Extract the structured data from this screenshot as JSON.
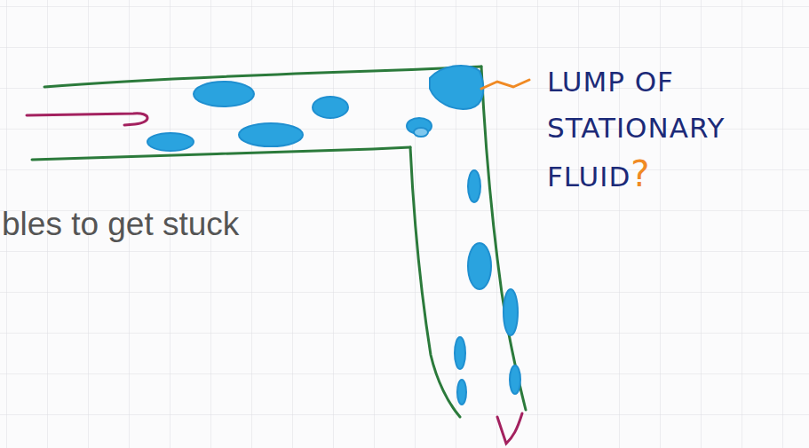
{
  "diagram": {
    "labels": [
      "bles to get stuck",
      "LUMP OF STATIONARY FLUID",
      "?"
    ]
  }
}
